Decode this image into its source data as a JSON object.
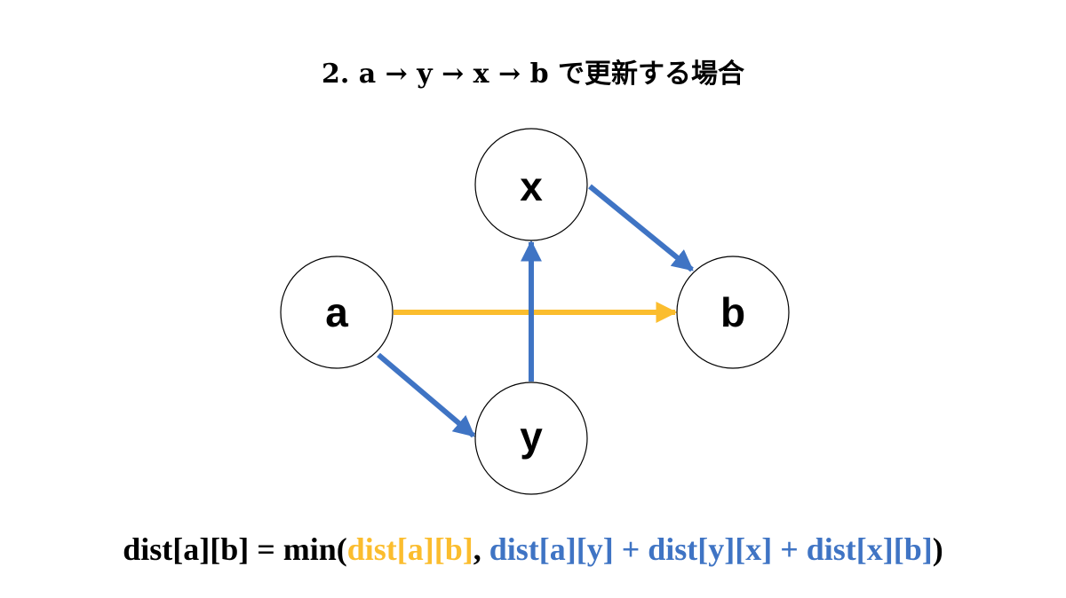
{
  "title": "2. a → y → x → b で更新する場合",
  "colors": {
    "direct_edge": "#FBBD2E",
    "path_edge": "#3F74C4",
    "node_stroke": "#000000",
    "node_fill": "#ffffff",
    "text": "#000000"
  },
  "nodes": {
    "a": "a",
    "b": "b",
    "x": "x",
    "y": "y"
  },
  "edges": [
    {
      "from": "a",
      "to": "b",
      "color": "direct_edge"
    },
    {
      "from": "a",
      "to": "y",
      "color": "path_edge"
    },
    {
      "from": "y",
      "to": "x",
      "color": "path_edge"
    },
    {
      "from": "x",
      "to": "b",
      "color": "path_edge"
    }
  ],
  "formula": {
    "lhs": "dist[a][b] = min(",
    "direct": "dist[a][b]",
    "sep": ", ",
    "path": "dist[a][y] + dist[y][x] + dist[x][b]",
    "close": ")"
  }
}
